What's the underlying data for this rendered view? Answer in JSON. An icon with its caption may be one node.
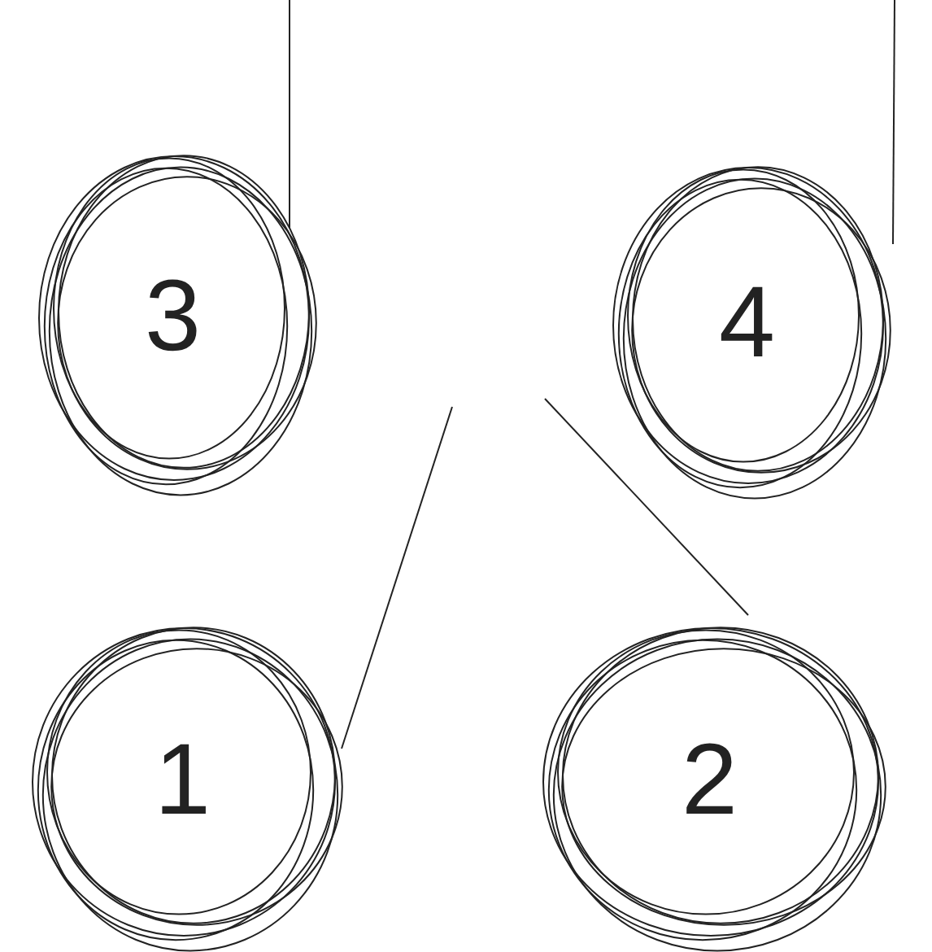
{
  "diagram": {
    "nodes": [
      {
        "text": [
          "3"
        ]
      },
      {
        "text": [
          "4"
        ]
      },
      {
        "text": [
          "1"
        ]
      },
      {
        "text": [
          "2"
        ]
      }
    ],
    "edges": [
      {
        "from": null,
        "to": 0,
        "arrow": "none"
      },
      {
        "from": null,
        "to": 1,
        "arrow": "none"
      },
      {
        "from": null,
        "to": 2,
        "arrow": "none"
      },
      {
        "from": null,
        "to": 3,
        "arrow": "none"
      }
    ]
  }
}
